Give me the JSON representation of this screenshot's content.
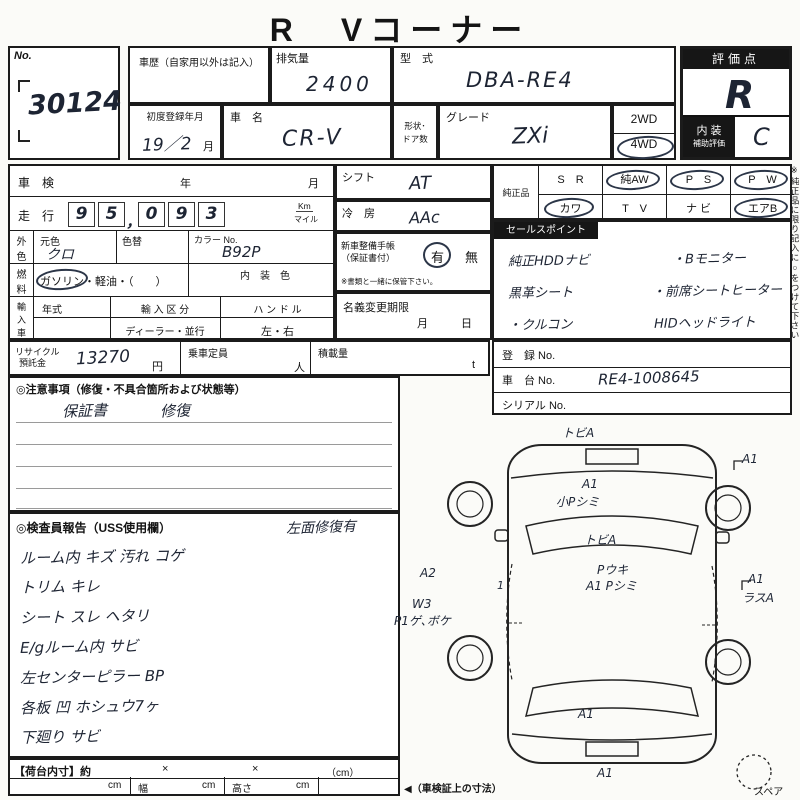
{
  "title": "R　Vコーナー",
  "side_note": "※純正品に限り記入に○をつけて下さい",
  "header": {
    "no_label": "No.",
    "no_value": "30124",
    "history_label": "車歴（自家用以外は記入）",
    "displacement_label": "排気量",
    "displacement_value": "2400",
    "model_label": "型　式",
    "model_value": "DBA-RE4",
    "score_label": "評価点",
    "score_value": "R",
    "interior_label": "内 装",
    "interior_sub_label": "補助評価",
    "interior_value": "C",
    "first_reg_label": "初度登録年月",
    "first_reg_value": "19／2",
    "first_reg_unit": "月",
    "car_name_label": "車　名",
    "car_name_value": "CR-V",
    "shape_label_1": "形状･",
    "shape_label_2": "ドア数",
    "grade_label": "グレード",
    "grade_value": "ZXi",
    "wd2": "2WD",
    "wd4": "4WD"
  },
  "left": {
    "shaken_label": "車　検",
    "year_label": "年",
    "month_label": "月",
    "mileage_label": "走　行",
    "mileage_digits": [
      "9",
      "5",
      "0",
      "9",
      "3"
    ],
    "mileage_comma": "，",
    "mileage_unit_top": "Km",
    "mileage_unit_bottom": "マイル",
    "ext_color_label_1": "外",
    "ext_color_label_2": "色",
    "base_color_label": "元色",
    "base_color_value": "クロ",
    "color_change_label": "色替",
    "color_no_label": "カラー No.",
    "color_no_value": "B92P",
    "fuel_label_1": "燃",
    "fuel_label_2": "料",
    "fuel_options": "ガソリン・軽油・（　　）",
    "interior_color_label": "内　装　色",
    "import_label_1": "輸",
    "import_label_2": "入",
    "import_label_3": "車",
    "import_year_label": "年式",
    "import_kubun_label": "輸 入 区 分",
    "handle_label": "ハ ン ド ル",
    "dealer_value": "ディーラー・並行",
    "handle_value": "左・右",
    "recycle_label_1": "リサイクル",
    "recycle_label_2": "預託金",
    "recycle_value": "13270",
    "recycle_unit": "円",
    "capacity_label": "乗車定員",
    "capacity_unit": "人",
    "load_label": "積載量",
    "load_unit": "t",
    "notes_title": "◎注意事項（修復・不具合箇所および状態等）",
    "notes_hw_1": "保証書",
    "notes_hw_2": "修復"
  },
  "middle": {
    "shift_label": "シフト",
    "shift_value": "AT",
    "ac_label": "冷　房",
    "ac_value": "AAc",
    "book_label_1": "新車整備手帳",
    "book_label_2": "（保証書付）",
    "book_yes": "有",
    "book_no": "無",
    "book_note": "※書類と一緒に保管下さい。",
    "transfer_label": "名義変更期限",
    "transfer_month": "月",
    "transfer_day": "日"
  },
  "genuine": {
    "label": "純正品",
    "row1": [
      "S　R",
      "純AW",
      "P　S",
      "P　W"
    ],
    "row2": [
      "カワ",
      "T　V",
      "ナ ビ",
      "エアB"
    ]
  },
  "sales": {
    "label": "セールスポイント",
    "lines": [
      "純正HDDナビ",
      "・Bモニター",
      "黒革シート",
      "・前席シートヒーター",
      "・クルコン",
      "HIDヘッドライト"
    ]
  },
  "ids": {
    "reg_label": "登　録 No.",
    "chassis_label": "車　台 No.",
    "chassis_value": "RE4-1008645",
    "serial_label": "シリアル No."
  },
  "inspector": {
    "title": "◎検査員報告（USS使用欄）",
    "title_hw": "左面修復有",
    "lines": [
      "ルーム内 キズ 汚れ コゲ",
      "トリム キレ",
      "シート スレ ヘタリ",
      "E/gルーム内 サビ",
      "左センターピラー BP",
      "各板 凹 ホシュウ7ヶ",
      "下廻り サビ"
    ]
  },
  "cargo": {
    "label": "【荷台内寸】約",
    "x1": "×",
    "x2": "×",
    "cm_note": "（cm）",
    "cm1": "cm",
    "width_label": "幅",
    "cm2": "cm",
    "height_label": "高さ",
    "cm3": "cm",
    "note": "◀（車検証上の寸法）"
  },
  "diagram": {
    "labels": [
      "トビA",
      "A1",
      "A1",
      "小Pシミ",
      "トビA",
      "A2",
      "1",
      "Pウキ",
      "A1 Pシミ",
      "W3",
      "P1ゲ､ボケ",
      "A1",
      "ラスA",
      "A1",
      "A1"
    ],
    "spare_label": "スペア"
  }
}
